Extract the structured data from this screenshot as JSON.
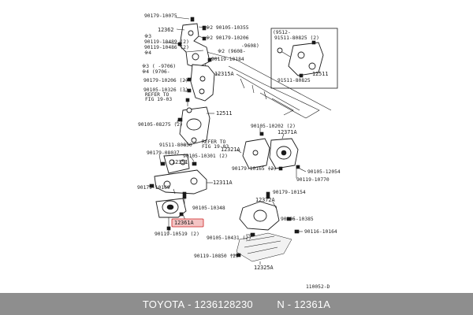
{
  "colors": {
    "highlight_fill": "#f4c4c4",
    "highlight_stroke": "#cc2222",
    "footer_bg": "#8e8e8e",
    "footer_text": "#ffffff"
  },
  "labels": {
    "l_90179_10075": "90179-10075",
    "l_12362": "12362",
    "l_90105_10355": "※2 90105-10355",
    "l_90179_10206": "※2 90179-10206",
    "l_9608_a": "-9608)",
    "l_9608_b": "※2 (9608-",
    "l_90119_10184": "90119-10184",
    "l_s3_top": "※3",
    "l_90119_10489": "90119-10489 (2)",
    "l_90119_10486": "90119-10486 (2)",
    "l_s4_top": "※4",
    "l_s3_mid": "※3 (   -9706)",
    "l_s4_mid": "※4 (9706-",
    "l_12315A": "12315A",
    "l_90179_10206_2": "90179-10206 (2)",
    "l_90105_10326": "90105-10326 (3)",
    "l_refer_fig_a1": "REFER TO",
    "l_refer_fig_a2": "FIG 19-03",
    "l_12511": "12511",
    "l_90105_08275": "90105-08275 (2)",
    "l_91511_80850": "91511-80850",
    "l_refer_fig_b1": "REFER TO",
    "l_refer_fig_b2": "FIG 19-03",
    "l_90179_08037": "90179-08037",
    "l_90105_10301": "90105-10301 (2)",
    "l_12351": "12351",
    "l_12311A": "12311A",
    "l_90179_10169": "90179-10169",
    "l_90105_10348": "90105-10348",
    "l_12361A": "12361A",
    "l_90119_10519": "90119-10519 (2)",
    "l_inset_9512": "(9512-",
    "l_91511_80825": "91511-80825 (2)",
    "l_inset_12511": "12511",
    "l_91511_80825b": "91511-80825",
    "l_90105_10202": "90105-10202 (2)",
    "l_12371A": "12371A",
    "l_12321A": "12321A",
    "l_90179_10165": "90179-10165 (2)",
    "l_90105_12054": "90105-12054",
    "l_90119_10770": "90119-10770",
    "l_90179_10154": "90179-10154",
    "l_12372A": "12372A",
    "l_90105_10385": "90105-10385",
    "l_90116_10164": "90116-10164",
    "l_90105_10431": "90105-10431 (2)",
    "l_90119_10850": "90119-10850 (2)",
    "l_12325A": "12325A",
    "l_diagram_id": "110052-D"
  },
  "footer": {
    "brand": "TOYOTA",
    "part_number": "1236128230",
    "part_code": "N - 12361A"
  }
}
